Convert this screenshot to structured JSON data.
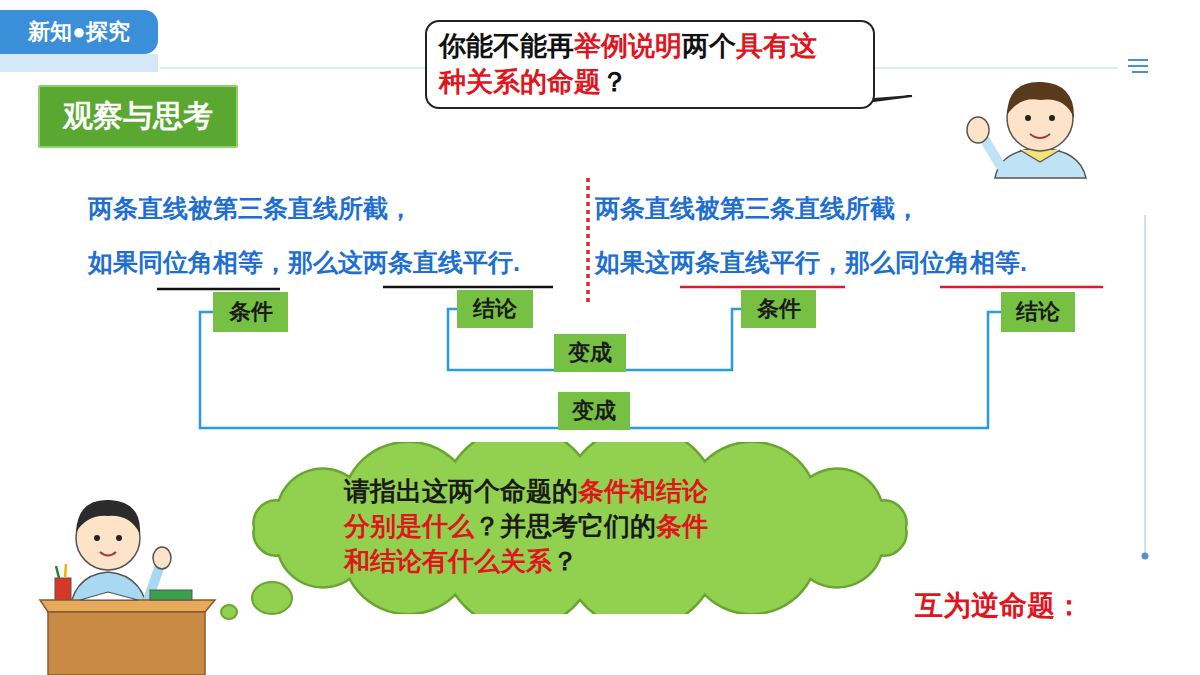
{
  "diagram": {
    "nodes": [
      {
        "text": [
          "新知●探究"
        ]
      },
      {
        "text": [
          "你能不能再举例说明两个具有这 种关系的命题？"
        ]
      },
      {
        "text": [
          "观察与思考"
        ]
      },
      {
        "text": [
          "条件"
        ]
      },
      {
        "text": [
          "结论"
        ]
      },
      {
        "text": [
          "条件"
        ]
      },
      {
        "text": [
          "结论"
        ]
      },
      {
        "text": [
          "请指出这两个命题的条件和结论 分别是什么？并思考它们的条件 和结论有什么关系？"
        ]
      }
    ],
    "edges": [
      {
        "from": 3,
        "to": 6,
        "arrow": "none",
        "label": "变成"
      },
      {
        "from": 4,
        "to": 5,
        "arrow": "none",
        "label": "变成"
      }
    ],
    "labels": [
      "两条直线被第三条直线所截，",
      "如果同位角相等，那么这两条直线平行.",
      "两条直线被第三条直线所截，",
      "如果这两条直线平行，那么同位角相等.",
      "互为逆命题："
    ]
  }
}
